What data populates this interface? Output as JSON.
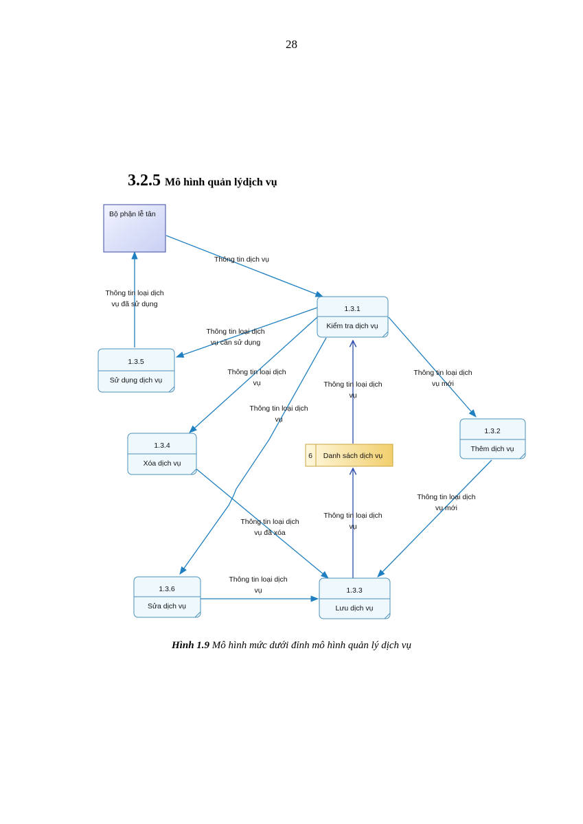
{
  "page_number": "28",
  "heading": {
    "number": "3.2.5",
    "text": "Mô hình quản lýdịch vụ"
  },
  "caption": {
    "bold": "Hình 1.9",
    "text": " Mô hình mức dưới đỉnh mô hình quản lý dịch vụ"
  },
  "external_entity": {
    "label": "Bộ phận lễ tân"
  },
  "processes": [
    {
      "id": "1.3.1",
      "name": "Kiểm tra dịch vụ"
    },
    {
      "id": "1.3.2",
      "name": "Thêm dịch vụ"
    },
    {
      "id": "1.3.3",
      "name": "Lưu dịch vụ"
    },
    {
      "id": "1.3.4",
      "name": "Xóa dịch vụ"
    },
    {
      "id": "1.3.5",
      "name": "Sử dụng dịch vụ"
    },
    {
      "id": "1.3.6",
      "name": "Sửa dịch vụ"
    }
  ],
  "data_store": {
    "id": "6",
    "name": "Danh sách dịch vụ"
  },
  "flows": {
    "entity_to_131": [
      "Thông tin dịch vụ"
    ],
    "135_to_entity": [
      "Thông tin loại dịch",
      "vụ đã sử dụng"
    ],
    "131_to_135": [
      "Thông tin loại dịch",
      "vụ cần sử dụng"
    ],
    "131_to_134": [
      "Thông tin loại dịch",
      "vụ"
    ],
    "131_to_136": [
      "Thông tin loại dịch",
      "vụ"
    ],
    "store_to_131": [
      "Thông tin loại dịch",
      "vụ"
    ],
    "131_to_132": [
      "Thông tin loại dịch",
      "vụ mới"
    ],
    "132_to_133": [
      "Thông tin loại dịch",
      "vụ mới"
    ],
    "134_to_133": [
      "Thông tin loại dịch",
      "vụ đã xóa"
    ],
    "133_to_store": [
      "Thông tin loại dịch",
      "vụ"
    ],
    "136_to_133": [
      "Thông tin loại dịch",
      "vụ"
    ]
  }
}
